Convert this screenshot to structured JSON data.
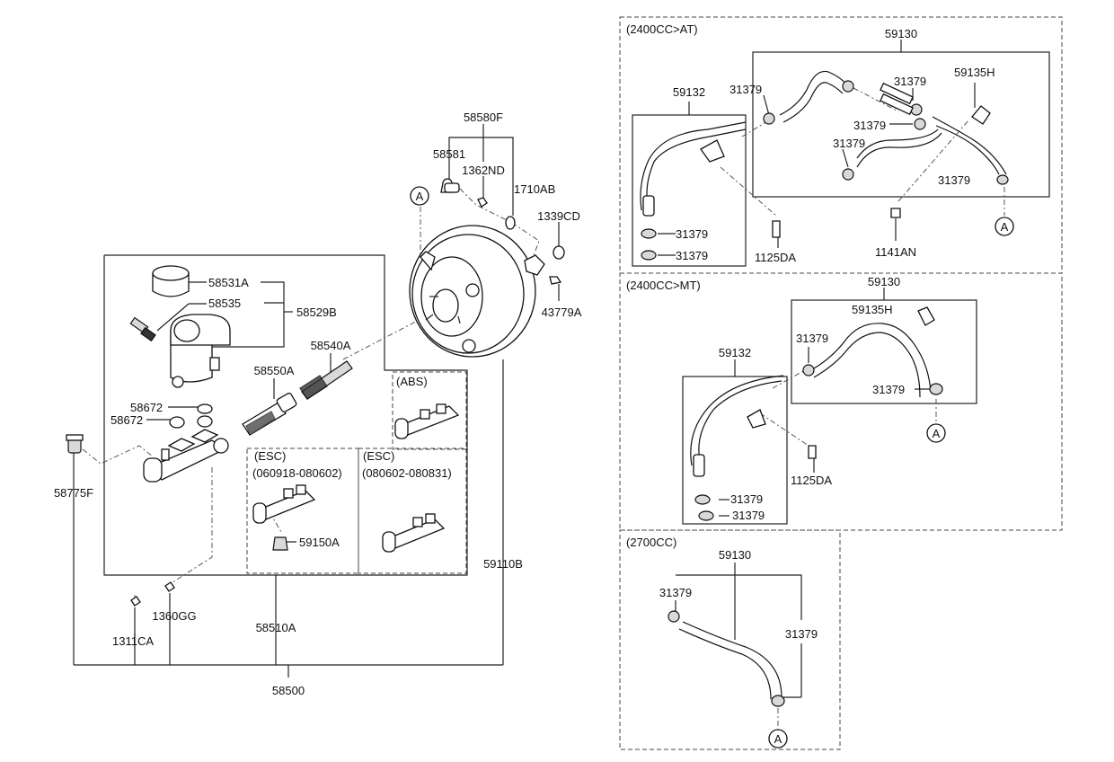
{
  "labels": {
    "p58580F": "58580F",
    "p58581": "58581",
    "p1362ND": "1362ND",
    "p1710AB": "1710AB",
    "p1339CD": "1339CD",
    "p43779A": "43779A",
    "p58531A": "58531A",
    "p58535": "58535",
    "p58529B": "58529B",
    "p58540A": "58540A",
    "p58550A": "58550A",
    "p58672a": "58672",
    "p58672b": "58672",
    "p58775F": "58775F",
    "abs": "(ABS)",
    "esc1": "(ESC)",
    "esc1_range": "(060918-080602)",
    "esc2": "(ESC)",
    "esc2_range": "(080602-080831)",
    "p59150A": "59150A",
    "p59110B": "59110B",
    "p1360GG": "1360GG",
    "p1311CA": "1311CA",
    "p58510A": "58510A",
    "p58500": "58500",
    "circleA": "A"
  },
  "at": {
    "title": "(2400CC>AT)",
    "p59130": "59130",
    "p59132": "59132",
    "p31379_a": "31379",
    "p31379_b": "31379",
    "p31379_c": "31379",
    "p31379_d": "31379",
    "p31379_e": "31379",
    "p31379_f": "31379",
    "p31379_g": "31379",
    "p59135H": "59135H",
    "p1125DA": "1125DA",
    "p1141AN": "1141AN"
  },
  "mt": {
    "title": "(2400CC>MT)",
    "p59130": "59130",
    "p59135H": "59135H",
    "p59132": "59132",
    "p31379_a": "31379",
    "p31379_b": "31379",
    "p31379_c": "31379",
    "p31379_d": "31379",
    "p1125DA": "1125DA"
  },
  "cc2700": {
    "title": "(2700CC)",
    "p59130": "59130",
    "p31379_a": "31379",
    "p31379_b": "31379"
  }
}
